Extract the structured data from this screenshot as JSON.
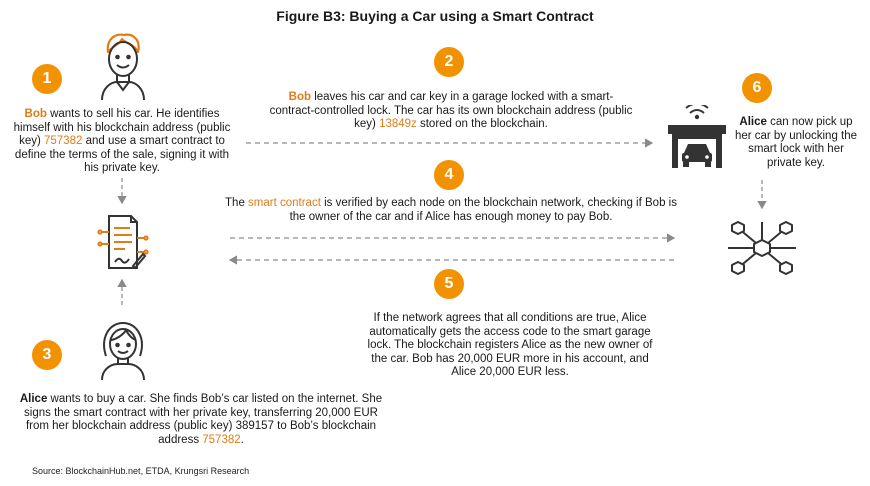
{
  "title": "Figure B3: Buying a Car using a Smart Contract",
  "steps": {
    "s1": {
      "num": "1",
      "name": "Bob",
      "text_a": " wants to sell his car. He identifies himself with his blockchain address (public key) ",
      "key": "757382",
      "text_b": " and use a smart contract to define the terms of the sale, signing it with his private key."
    },
    "s2": {
      "num": "2",
      "name": "Bob",
      "text_a": " leaves his car and car key in a garage locked with a smart-contract-controlled lock. The car has its own blockchain address (public key) ",
      "key": "13849z",
      "text_b": " stored on the blockchain."
    },
    "s3": {
      "num": "3",
      "name": "Alice",
      "text_a": " wants to buy a car. She finds Bob’s car listed on the internet. She signs the smart contract with her private key, transferring 20,000 EUR from her blockchain address (public key) 389157 to Bob’s blockchain address ",
      "key": "757382",
      "text_b": "."
    },
    "s4": {
      "num": "4",
      "text_a": "The ",
      "term": "smart contract",
      "text_b": " is verified by each node on the blockchain network, checking if Bob is the owner of the car and if Alice has enough money to pay Bob."
    },
    "s5": {
      "num": "5",
      "text": "If the network agrees that all conditions are true, Alice automatically gets the access code to the smart garage lock. The blockchain registers Alice as the new owner of the car. Bob has 20,000 EUR more in his account, and Alice 20,000 EUR less."
    },
    "s6": {
      "num": "6",
      "name": "Alice",
      "text_b": " can now pick up her car by unlocking the smart lock with her private key."
    }
  },
  "icons": [
    "bob-icon",
    "alice-icon",
    "contract-icon",
    "garage-icon",
    "network-icon"
  ],
  "colors": {
    "accent": "#f39200",
    "highlight": "#e07c18",
    "arrow": "#8a8a8a",
    "icon": "#333333"
  },
  "source": "Source: BlockchainHub.net, ETDA, Krungsri Research"
}
